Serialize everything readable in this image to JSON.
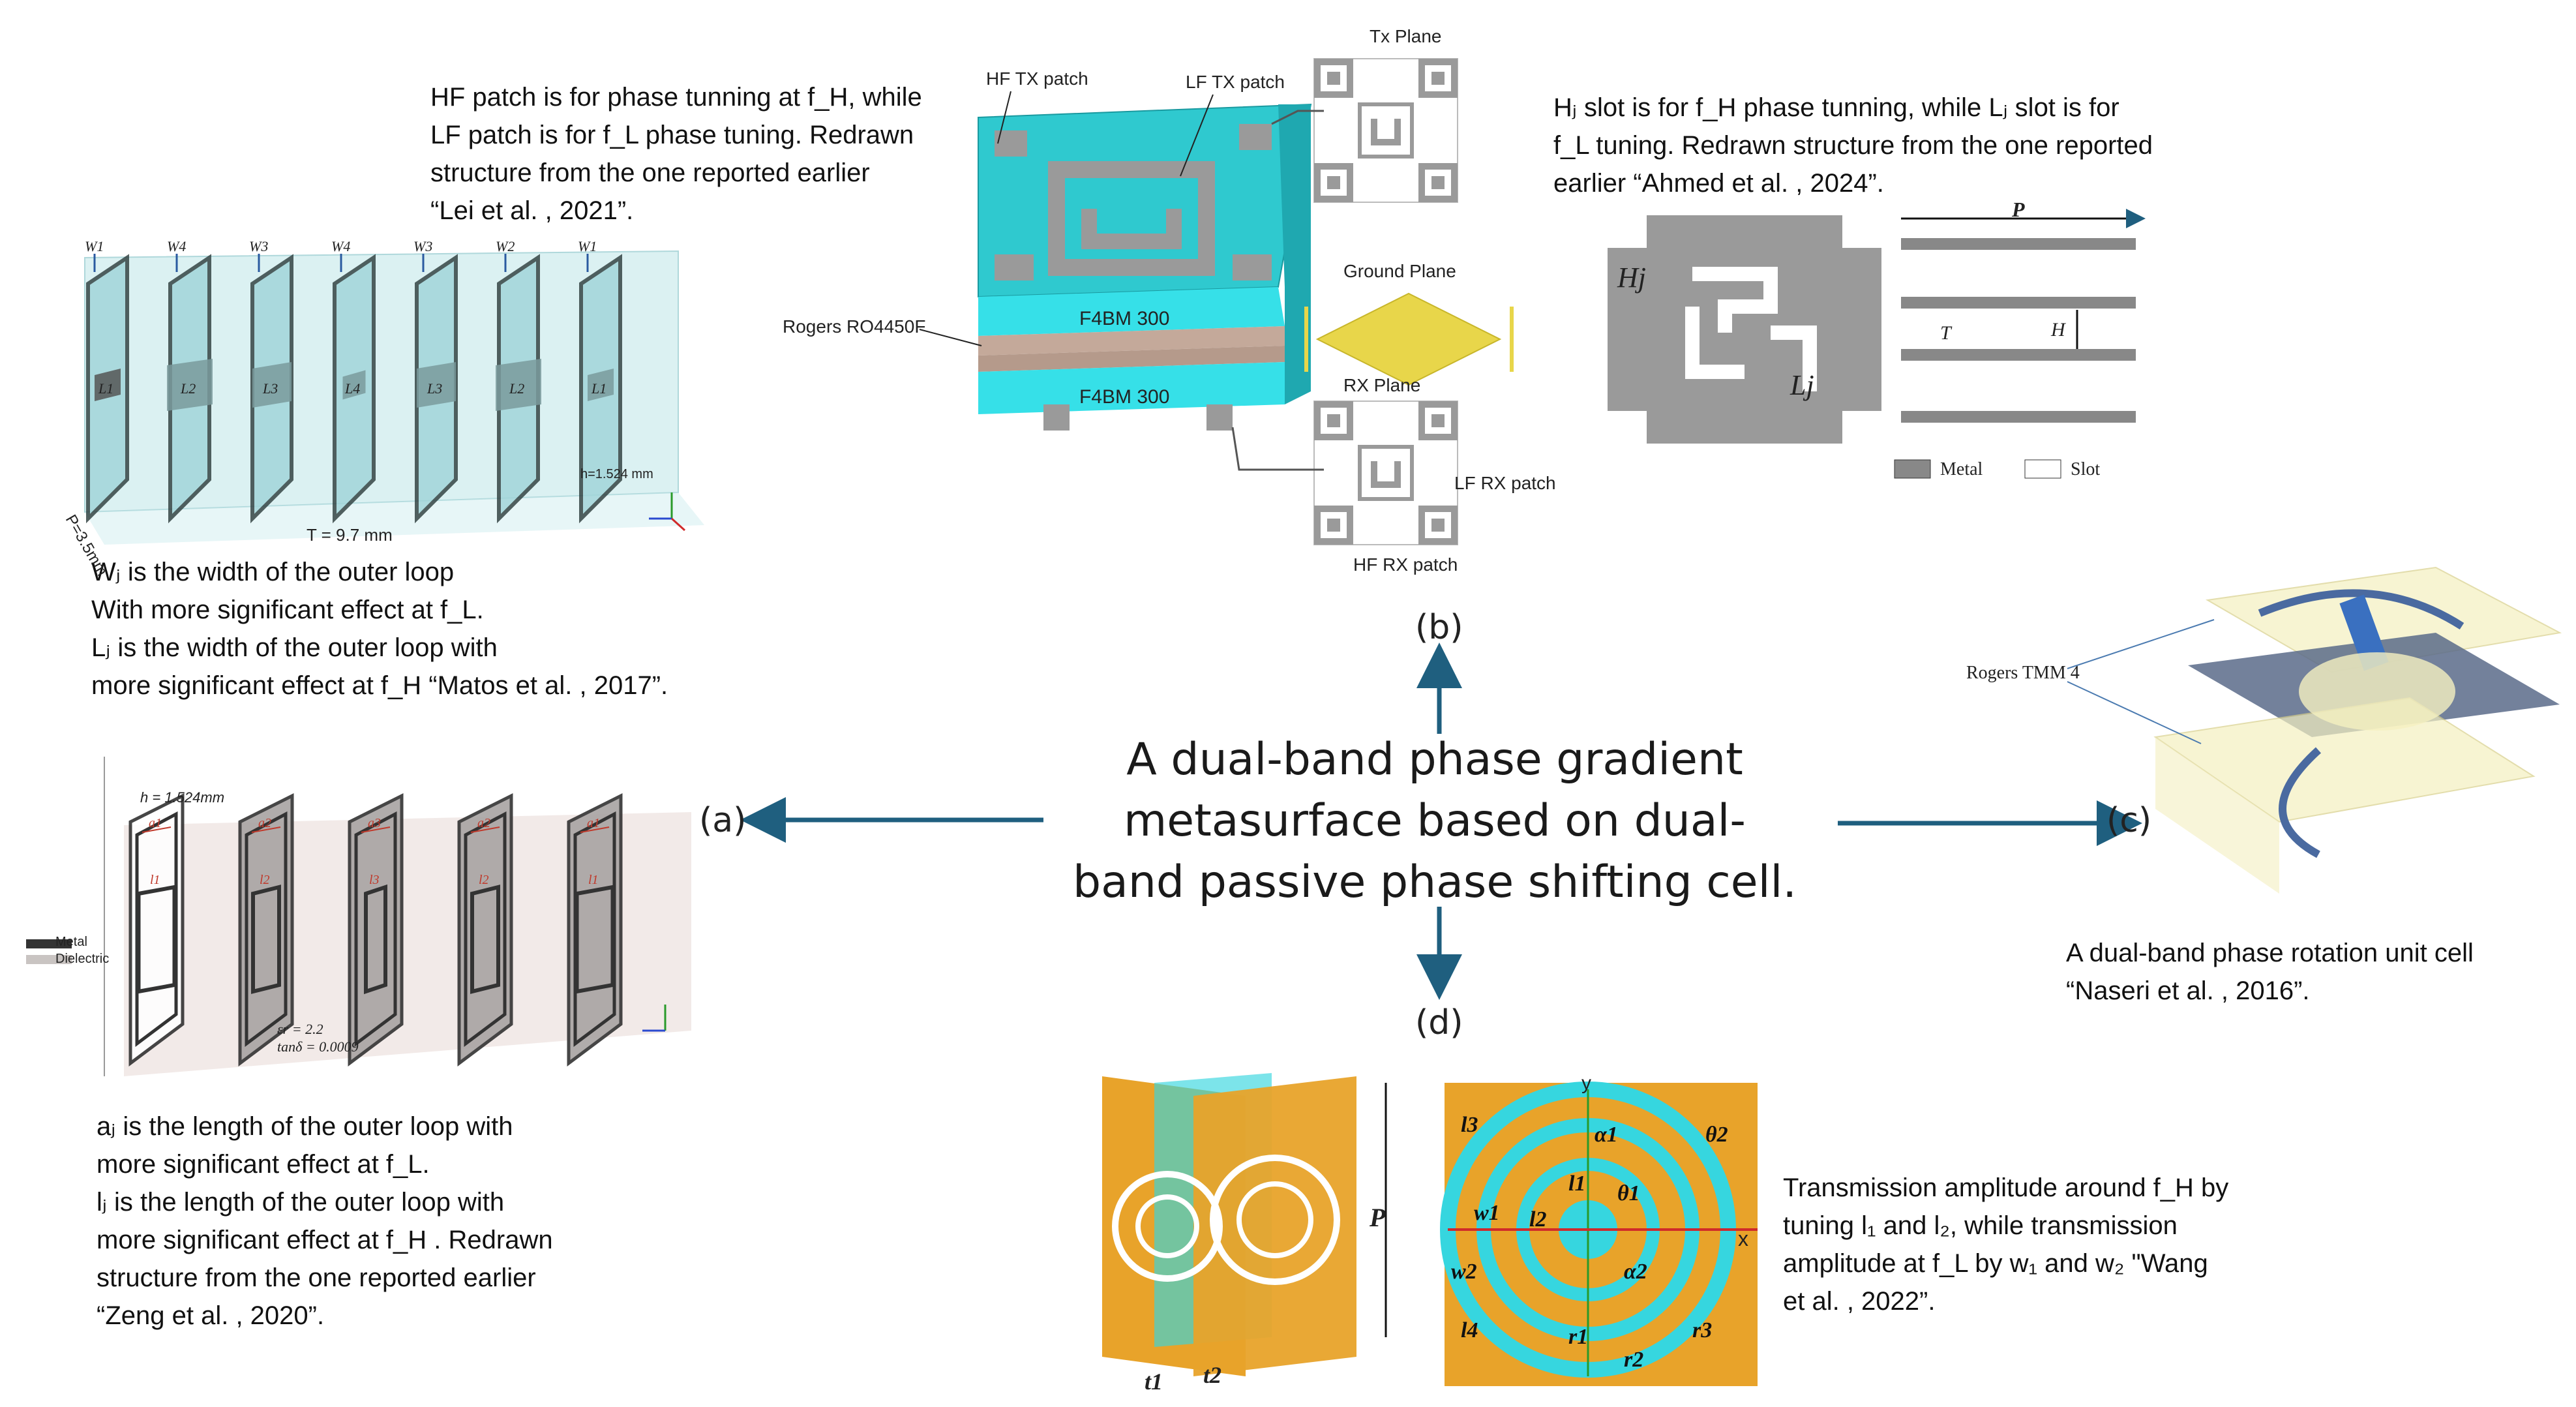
{
  "center": {
    "title": "A dual-band phase gradient\nmetasurface based on dual-\nband passive phase shifting cell."
  },
  "labels": {
    "a": "(a)",
    "b": "(b)",
    "c": "(c)",
    "d": "(d)"
  },
  "captions": {
    "a_top": "Wⱼ is the width of the outer loop\nWith more significant effect at f_L.\nLⱼ is the width of the outer loop with\nmore significant effect at f_H “Matos et al. , 2017”.",
    "a_bottom": "aⱼ is the length of the outer loop with\nmore significant effect at f_L.\nlⱼ is the length of the outer loop with\nmore significant effect at f_H . Redrawn\nstructure from the one reported earlier\n“Zeng et al. , 2020”.",
    "b_left": "HF  patch is for phase tunning  at f_H, while\nLF patch is for f_L phase tuning. Redrawn\nstructure from the one reported earlier\n“Lei et al. , 2021”.",
    "b_right": "Hⱼ  slot is for f_H phase tunning, while Lⱼ slot is for\nf_L tuning. Redrawn structure from the one reported\nearlier “Ahmed et al. , 2024”.",
    "c": "A dual-band phase rotation unit cell\n“Naseri et al. , 2016”.",
    "d": "Transmission amplitude around f_H by\ntuning l₁ and l₂, while transmission\namplitude at f_L by w₁ and w₂ \"Wang\net al. , 2022”."
  },
  "fig_a1": {
    "w_labels": [
      "W1",
      "W4",
      "W3",
      "W4",
      "W3",
      "W2",
      "W1"
    ],
    "l_labels": [
      "L1",
      "L2",
      "L3",
      "L4",
      "L3",
      "L2",
      "L1"
    ],
    "p_dim": "P=3.5mm",
    "t_dim": "T = 9.7 mm",
    "h_dim": "h=1.524 mm"
  },
  "fig_a2": {
    "h_dim": "h = 1.524mm",
    "a_labels": [
      "a1",
      "a2",
      "a3",
      "a2",
      "a1"
    ],
    "l_labels": [
      "l1",
      "l2",
      "l3",
      "l2",
      "l1"
    ],
    "legend_metal": "Metal",
    "legend_dielectric": "Dielectric",
    "eps": "εr = 2.2",
    "tan": "tanδ = 0.0009"
  },
  "fig_b1": {
    "hf_tx": "HF TX patch",
    "lf_tx": "LF TX patch",
    "tx_plane": "Tx Plane",
    "ground_plane": "Ground Plane",
    "rx_plane": "RX Plane",
    "rogers": "Rogers RO4450F",
    "f4bm_top": "F4BM 300",
    "f4bm_bottom": "F4BM 300",
    "lf_rx": "LF RX patch",
    "hf_rx": "HF RX patch"
  },
  "fig_b2": {
    "hj": "Hj",
    "lj": "Lj",
    "p": "P",
    "t": "T",
    "h": "H",
    "metal": "Metal",
    "slot": "Slot"
  },
  "fig_c": {
    "rogers": "Rogers TMM 4"
  },
  "fig_d": {
    "p": "P",
    "t1": "t1",
    "t2": "t2",
    "y": "y",
    "x": "x",
    "l1": "l1",
    "l2": "l2",
    "l3": "l3",
    "l4": "l4",
    "w1": "w1",
    "w2": "w2",
    "r1": "r1",
    "r2": "r2",
    "r3": "r3",
    "a1": "α1",
    "a2": "α2",
    "th1": "θ1",
    "th2": "θ2"
  },
  "colors": {
    "arrow": "#1f5f7f",
    "teal": "#2fc9cf",
    "patch_gray": "#9a9a9a",
    "gold": "#e8a32a",
    "cyan": "#36d6df",
    "glass": "#bfe6e8"
  }
}
